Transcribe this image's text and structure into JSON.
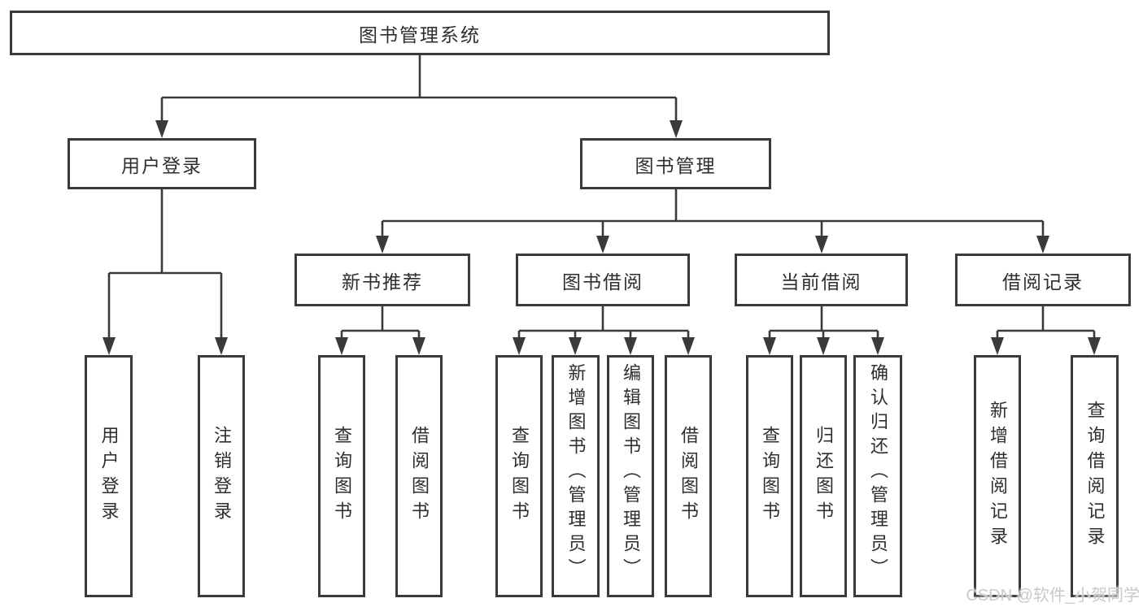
{
  "colors": {
    "line": "#3a3a3a",
    "text": "#2e2e2e",
    "watermark": "#c9c9c9",
    "background": "#ffffff"
  },
  "tree": {
    "label": "图书管理系统",
    "children": [
      {
        "label": "用户登录",
        "children": [
          {
            "label": "用户登录"
          },
          {
            "label": "注销登录"
          }
        ]
      },
      {
        "label": "图书管理",
        "children": [
          {
            "label": "新书推荐",
            "children": [
              {
                "label": "查询图书"
              },
              {
                "label": "借阅图书"
              }
            ]
          },
          {
            "label": "图书借阅",
            "children": [
              {
                "label": "查询图书"
              },
              {
                "label": "新增图书（管理员）"
              },
              {
                "label": "编辑图书（管理员）"
              },
              {
                "label": "借阅图书"
              }
            ]
          },
          {
            "label": "当前借阅",
            "children": [
              {
                "label": "查询图书"
              },
              {
                "label": "归还图书"
              },
              {
                "label": "确认归还（管理员）"
              }
            ]
          },
          {
            "label": "借阅记录",
            "children": [
              {
                "label": "新增借阅记录"
              },
              {
                "label": "查询借阅记录"
              }
            ]
          }
        ]
      }
    ]
  },
  "watermark": {
    "text": "CSDN @软件_小贺同学"
  }
}
